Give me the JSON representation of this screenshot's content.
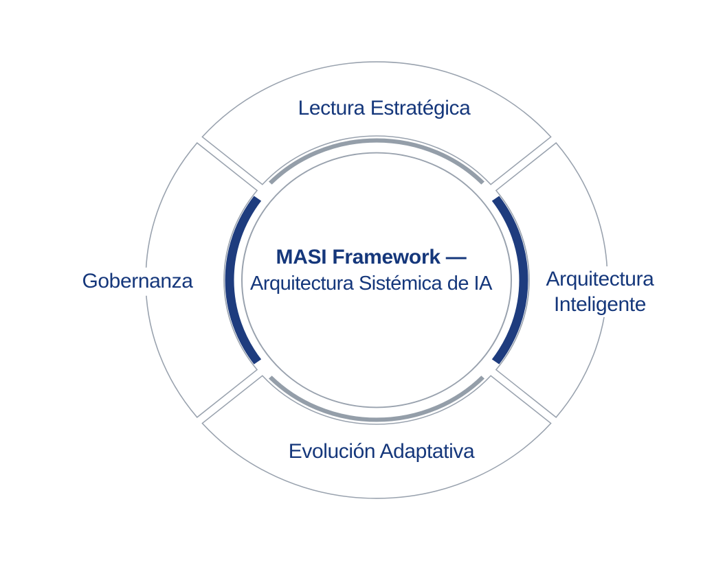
{
  "diagram": {
    "type": "segmented-cycle",
    "center": {
      "title": "MASI Framework —",
      "subtitle": "Arquitectura Sistémica de IA"
    },
    "segments": {
      "top": {
        "label": "Lectura Estratégica"
      },
      "right": {
        "label_line1": "Arquitectura",
        "label_line2": "Inteligente"
      },
      "bottom": {
        "label": "Evolución Adaptativa"
      },
      "left": {
        "label": "Gobernanza"
      }
    },
    "colors": {
      "navy": "#1e3c7e",
      "text_navy": "#15377b",
      "arc_gray": "#949ea9",
      "line_gray": "#99a2ae",
      "background": "#ffffff"
    }
  }
}
